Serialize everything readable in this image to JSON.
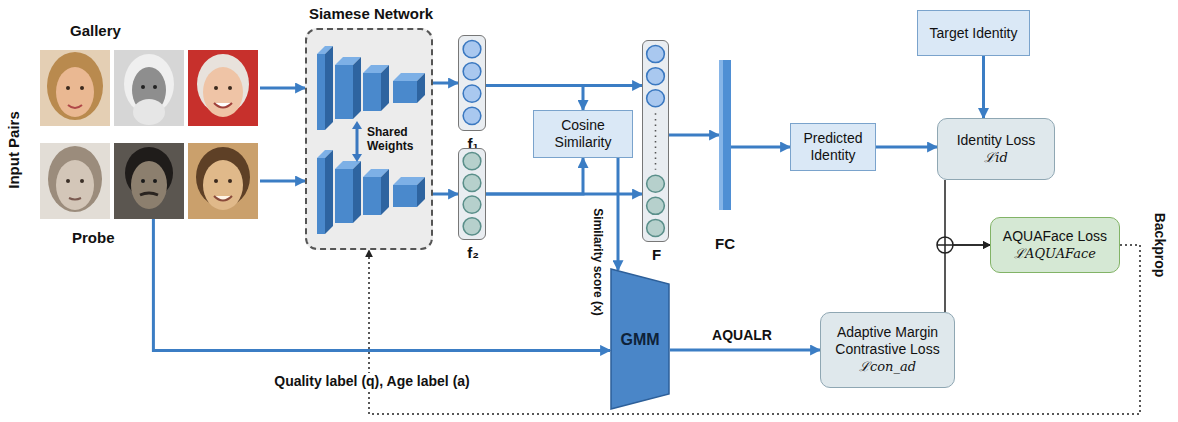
{
  "diagram": {
    "nodes": [
      {
        "text": [
          "Gallery"
        ]
      },
      {
        "text": [
          "Probe"
        ]
      },
      {
        "text": [
          "Siamese Network",
          "Shared Weights"
        ]
      },
      {
        "text": [
          "f₁"
        ]
      },
      {
        "text": [
          "f₂"
        ]
      },
      {
        "text": [
          "Cosine Similarity"
        ]
      },
      {
        "text": [
          "F"
        ]
      },
      {
        "text": [
          "FC"
        ]
      },
      {
        "text": [
          "Predicted Identity"
        ]
      },
      {
        "text": [
          "Target Identity"
        ]
      },
      {
        "text": [
          "Identity Loss",
          "ℒid"
        ]
      },
      {
        "text": [
          "GMM"
        ]
      },
      {
        "text": [
          "Adaptive Margin Contrastive Loss",
          "ℒcon_ad"
        ]
      },
      {
        "text": [
          "AQUAFace Loss",
          "ℒAQUAFace"
        ]
      }
    ],
    "edges": [
      {
        "from": 0,
        "to": 2,
        "arrow": "to"
      },
      {
        "from": 1,
        "to": 2,
        "arrow": "to"
      },
      {
        "from": 2,
        "to": 3,
        "arrow": "to"
      },
      {
        "from": 2,
        "to": 4,
        "arrow": "to"
      },
      {
        "from": 3,
        "to": 6,
        "arrow": "to"
      },
      {
        "from": 4,
        "to": 6,
        "arrow": "to"
      },
      {
        "from": 3,
        "to": 5,
        "arrow": "to"
      },
      {
        "from": 4,
        "to": 5,
        "arrow": "to"
      },
      {
        "from": 6,
        "to": 7,
        "arrow": "to"
      },
      {
        "from": 7,
        "to": 8,
        "arrow": "to"
      },
      {
        "from": 8,
        "to": 10,
        "arrow": "to"
      },
      {
        "from": 9,
        "to": 10,
        "arrow": "to"
      },
      {
        "from": 5,
        "to": 11,
        "arrow": "to",
        "label": "Similarity score (x)"
      },
      {
        "from": 1,
        "to": 11,
        "arrow": "to",
        "label": "Quality label (q), Age label (a)"
      },
      {
        "from": 11,
        "to": 12,
        "arrow": "to",
        "label": "AQUALR"
      },
      {
        "from": 10,
        "to": 13,
        "arrow": "to"
      },
      {
        "from": 12,
        "to": 13,
        "arrow": "to"
      },
      {
        "from": 13,
        "to": 2,
        "arrow": "to",
        "label": "Backprop"
      }
    ],
    "labels": [
      "Input Pairs"
    ]
  }
}
